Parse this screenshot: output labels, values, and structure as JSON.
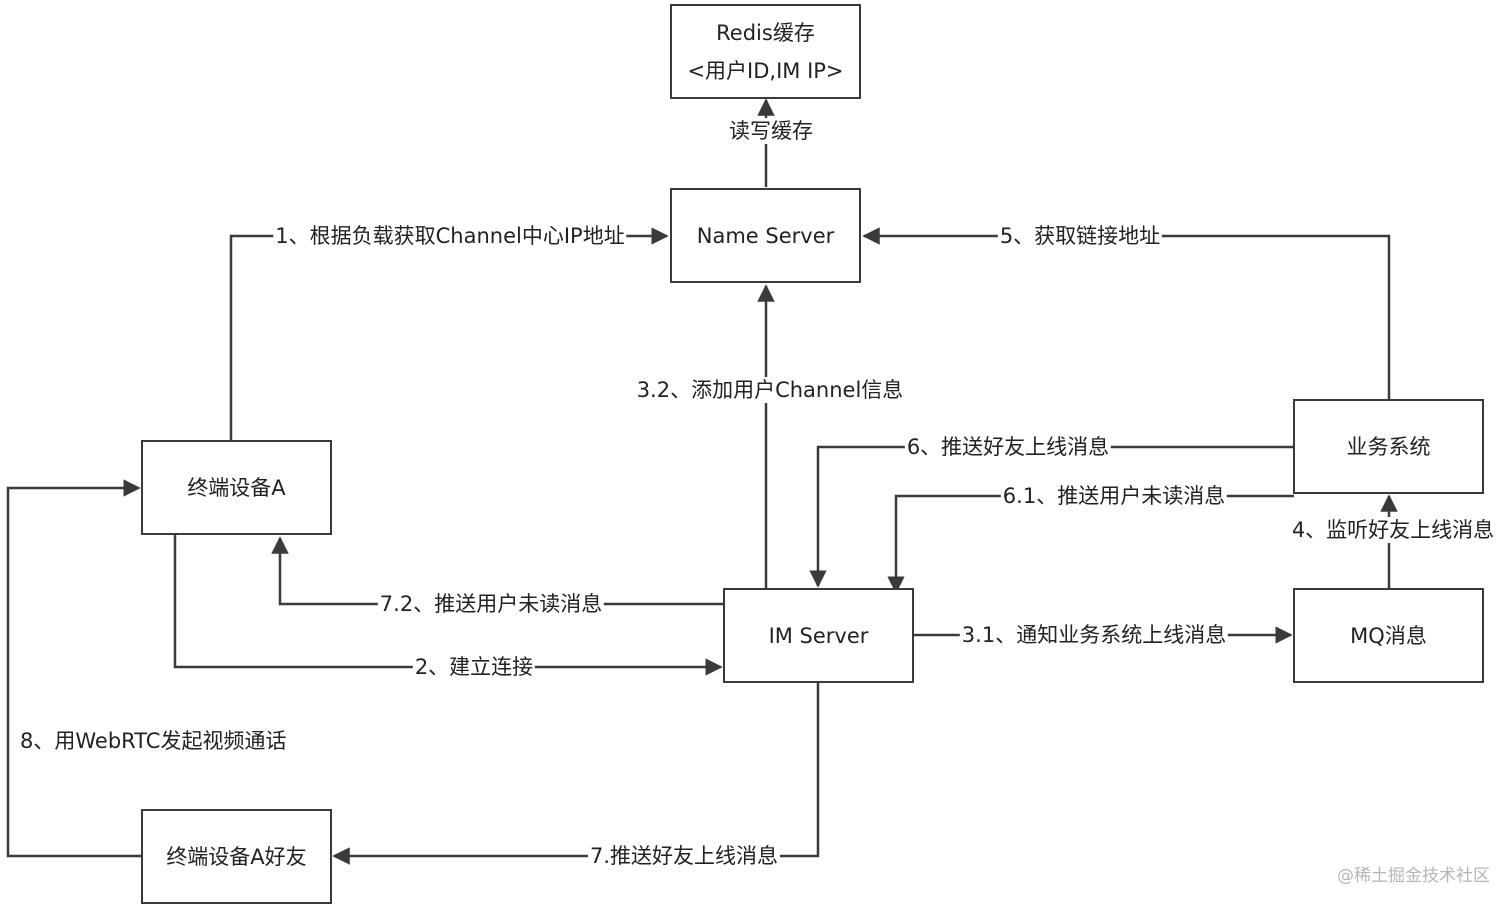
{
  "nodes": {
    "redis": {
      "line1": "Redis缓存",
      "line2": "<用户ID,IM IP>"
    },
    "name_server": {
      "label": "Name Server"
    },
    "im_server": {
      "label": "IM Server"
    },
    "business_system": {
      "label": "业务系统"
    },
    "mq": {
      "label": "MQ消息"
    },
    "device_a": {
      "label": "终端设备A"
    },
    "device_a_friend": {
      "label": "终端设备A好友"
    }
  },
  "edges": {
    "e1": "1、根据负载获取Channel中心IP地址",
    "e2": "2、建立连接",
    "e3_1": "3.1、通知业务系统上线消息",
    "e3_2": "3.2、添加用户Channel信息",
    "e4": "4、监听好友上线消息",
    "e5": "5、获取链接地址",
    "e6": "6、推送好友上线消息",
    "e6_1": "6.1、推送用户未读消息",
    "e7": "7.推送好友上线消息",
    "e7_2": "7.2、推送用户未读消息",
    "e8": "8、用WebRTC发起视频通话",
    "rw_cache": "读写缓存"
  },
  "watermark": "@稀土掘金技术社区",
  "colors": {
    "line": "#3a3a3a",
    "background": "#ffffff",
    "watermark": "#b5b5b5"
  }
}
